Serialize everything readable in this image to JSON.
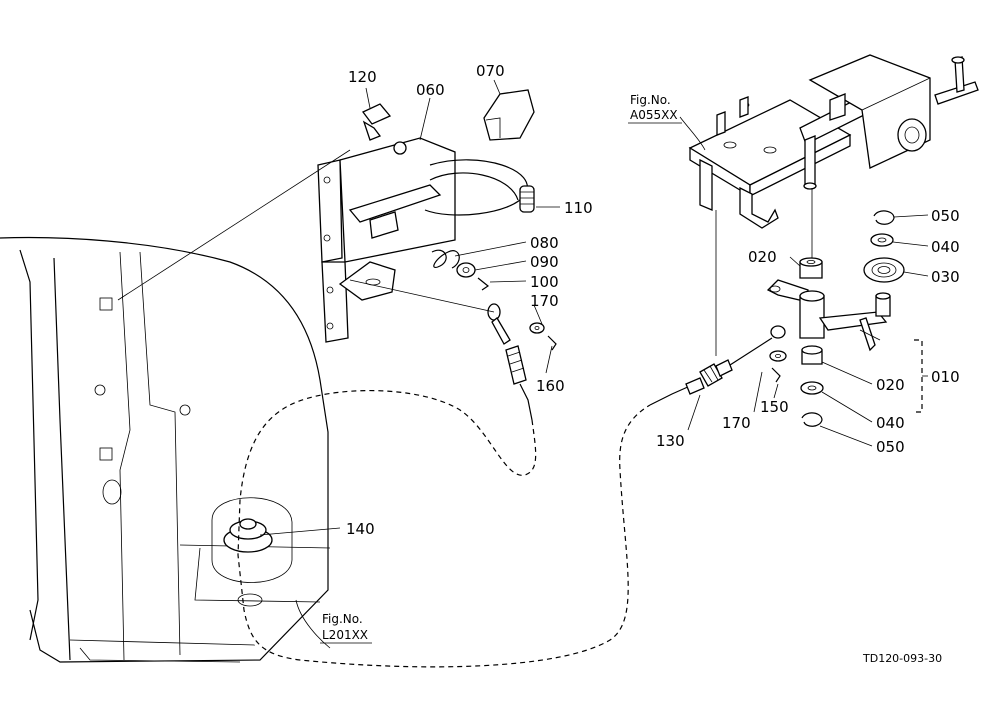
{
  "labels": {
    "l120": "120",
    "l060": "060",
    "l070": "070",
    "l110": "110",
    "l080": "080",
    "l090": "090",
    "l100": "100",
    "l170a": "170",
    "l160": "160",
    "l140": "140",
    "l050a": "050",
    "l040a": "040",
    "l030": "030",
    "l020a": "020",
    "l010": "010",
    "l020b": "020",
    "l040b": "040",
    "l050b": "050",
    "l150": "150",
    "l170b": "170",
    "l130": "130"
  },
  "refs": {
    "a055_fig": "Fig.No.",
    "a055_code": "A055XX",
    "l201_fig": "Fig.No.",
    "l201_code": "L201XX"
  },
  "drawing_code": "TD120-093-30"
}
